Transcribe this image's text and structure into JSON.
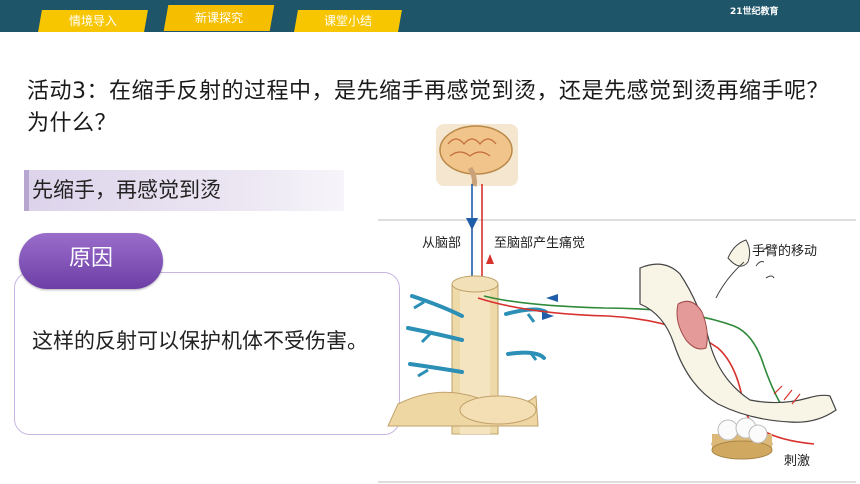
{
  "nav": {
    "tabs": [
      {
        "label": "情境导入"
      },
      {
        "label": "新课探究"
      },
      {
        "label": "课堂小结"
      }
    ],
    "logo_text": "21世纪教育"
  },
  "question": "活动3：在缩手反射的过程中，是先缩手再感觉到烫，还是先感觉到烫再缩手呢？为什么？",
  "answer": "先缩手，再感觉到烫",
  "reason": {
    "tag": "原因",
    "text": "这样的反射可以保护机体不受伤害。"
  },
  "diagram": {
    "label_from_brain": "从脑部",
    "label_to_brain": "至脑部产生痛觉",
    "label_arm": "手臂的移动",
    "label_stimulus": "刺激"
  },
  "colors": {
    "topbar": "#1e5568",
    "tab": "#f7c600",
    "reason_tag": "#7b4bb3"
  }
}
